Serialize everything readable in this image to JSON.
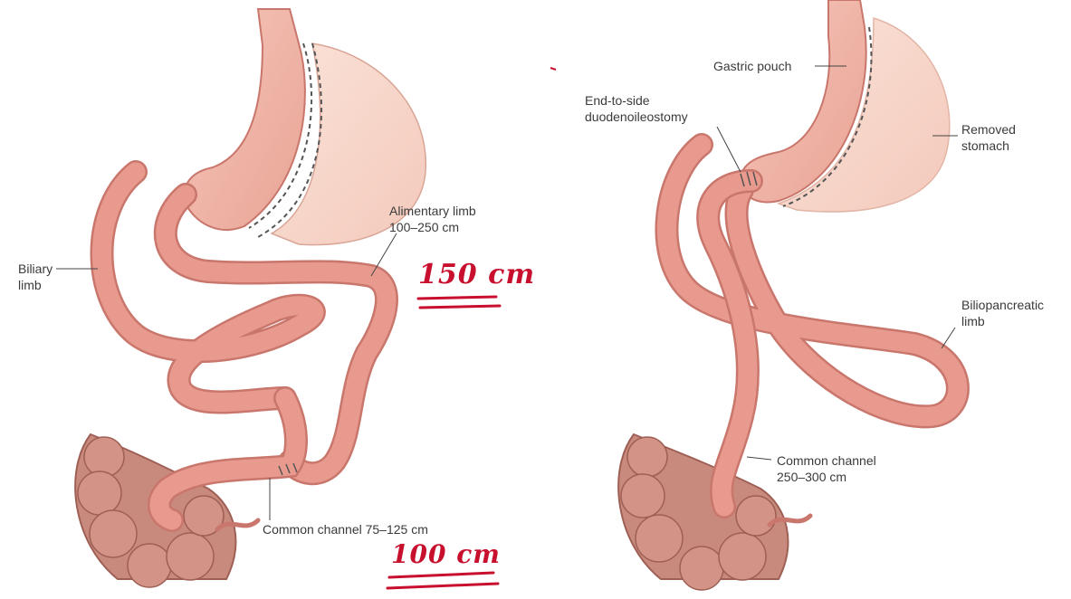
{
  "left_panel": {
    "biliary_limb_label": "Biliary\nlimb",
    "alimentary_limb_label": "Alimentary limb\n100–250 cm",
    "common_channel_label": "Common channel 75–125 cm",
    "handwritten_alimentary": "150 cm",
    "handwritten_common": "100 cm"
  },
  "right_panel": {
    "gastric_pouch_label": "Gastric pouch",
    "duodenoileostomy_label": "End-to-side\nduodenoileostomy",
    "removed_stomach_label": "Removed\nstomach",
    "biliopancreatic_limb_label": "Biliopancreatic\nlimb",
    "common_channel_label": "Common channel\n250–300 cm"
  },
  "colors": {
    "intestine": "#e99a8e",
    "intestine_edge": "#c9766c",
    "stomach": "#f2b7aa",
    "removed_stomach": "#f8d8cc",
    "colon": "#c98a7e",
    "annotation_ink": "#c8102e"
  }
}
